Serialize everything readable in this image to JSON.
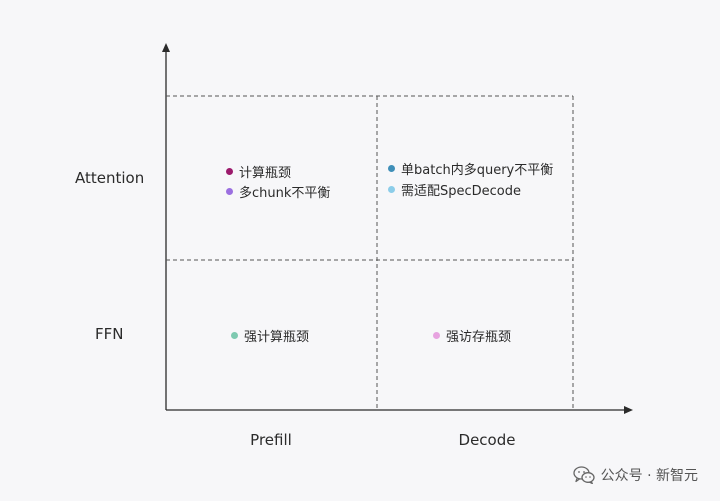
{
  "rows": [
    {
      "label": "Attention"
    },
    {
      "label": "FFN"
    }
  ],
  "columns": [
    {
      "label": "Prefill"
    },
    {
      "label": "Decode"
    }
  ],
  "quadrants": {
    "attention_prefill": [
      {
        "text": "计算瓶颈",
        "color": "#9c1a6c"
      },
      {
        "text": "多chunk不平衡",
        "color": "#9b6fe0"
      }
    ],
    "attention_decode": [
      {
        "text": "单batch内多query不平衡",
        "color": "#3f8fb8"
      },
      {
        "text": "需适配SpecDecode",
        "color": "#8ccde9"
      }
    ],
    "ffn_prefill": [
      {
        "text": "强计算瓶颈",
        "color": "#7ec9b0"
      }
    ],
    "ffn_decode": [
      {
        "text": "强访存瓶颈",
        "color": "#e7a3e0"
      }
    ]
  },
  "watermark": {
    "text": "公众号 · 新智元",
    "icon": "wechat-icon"
  }
}
